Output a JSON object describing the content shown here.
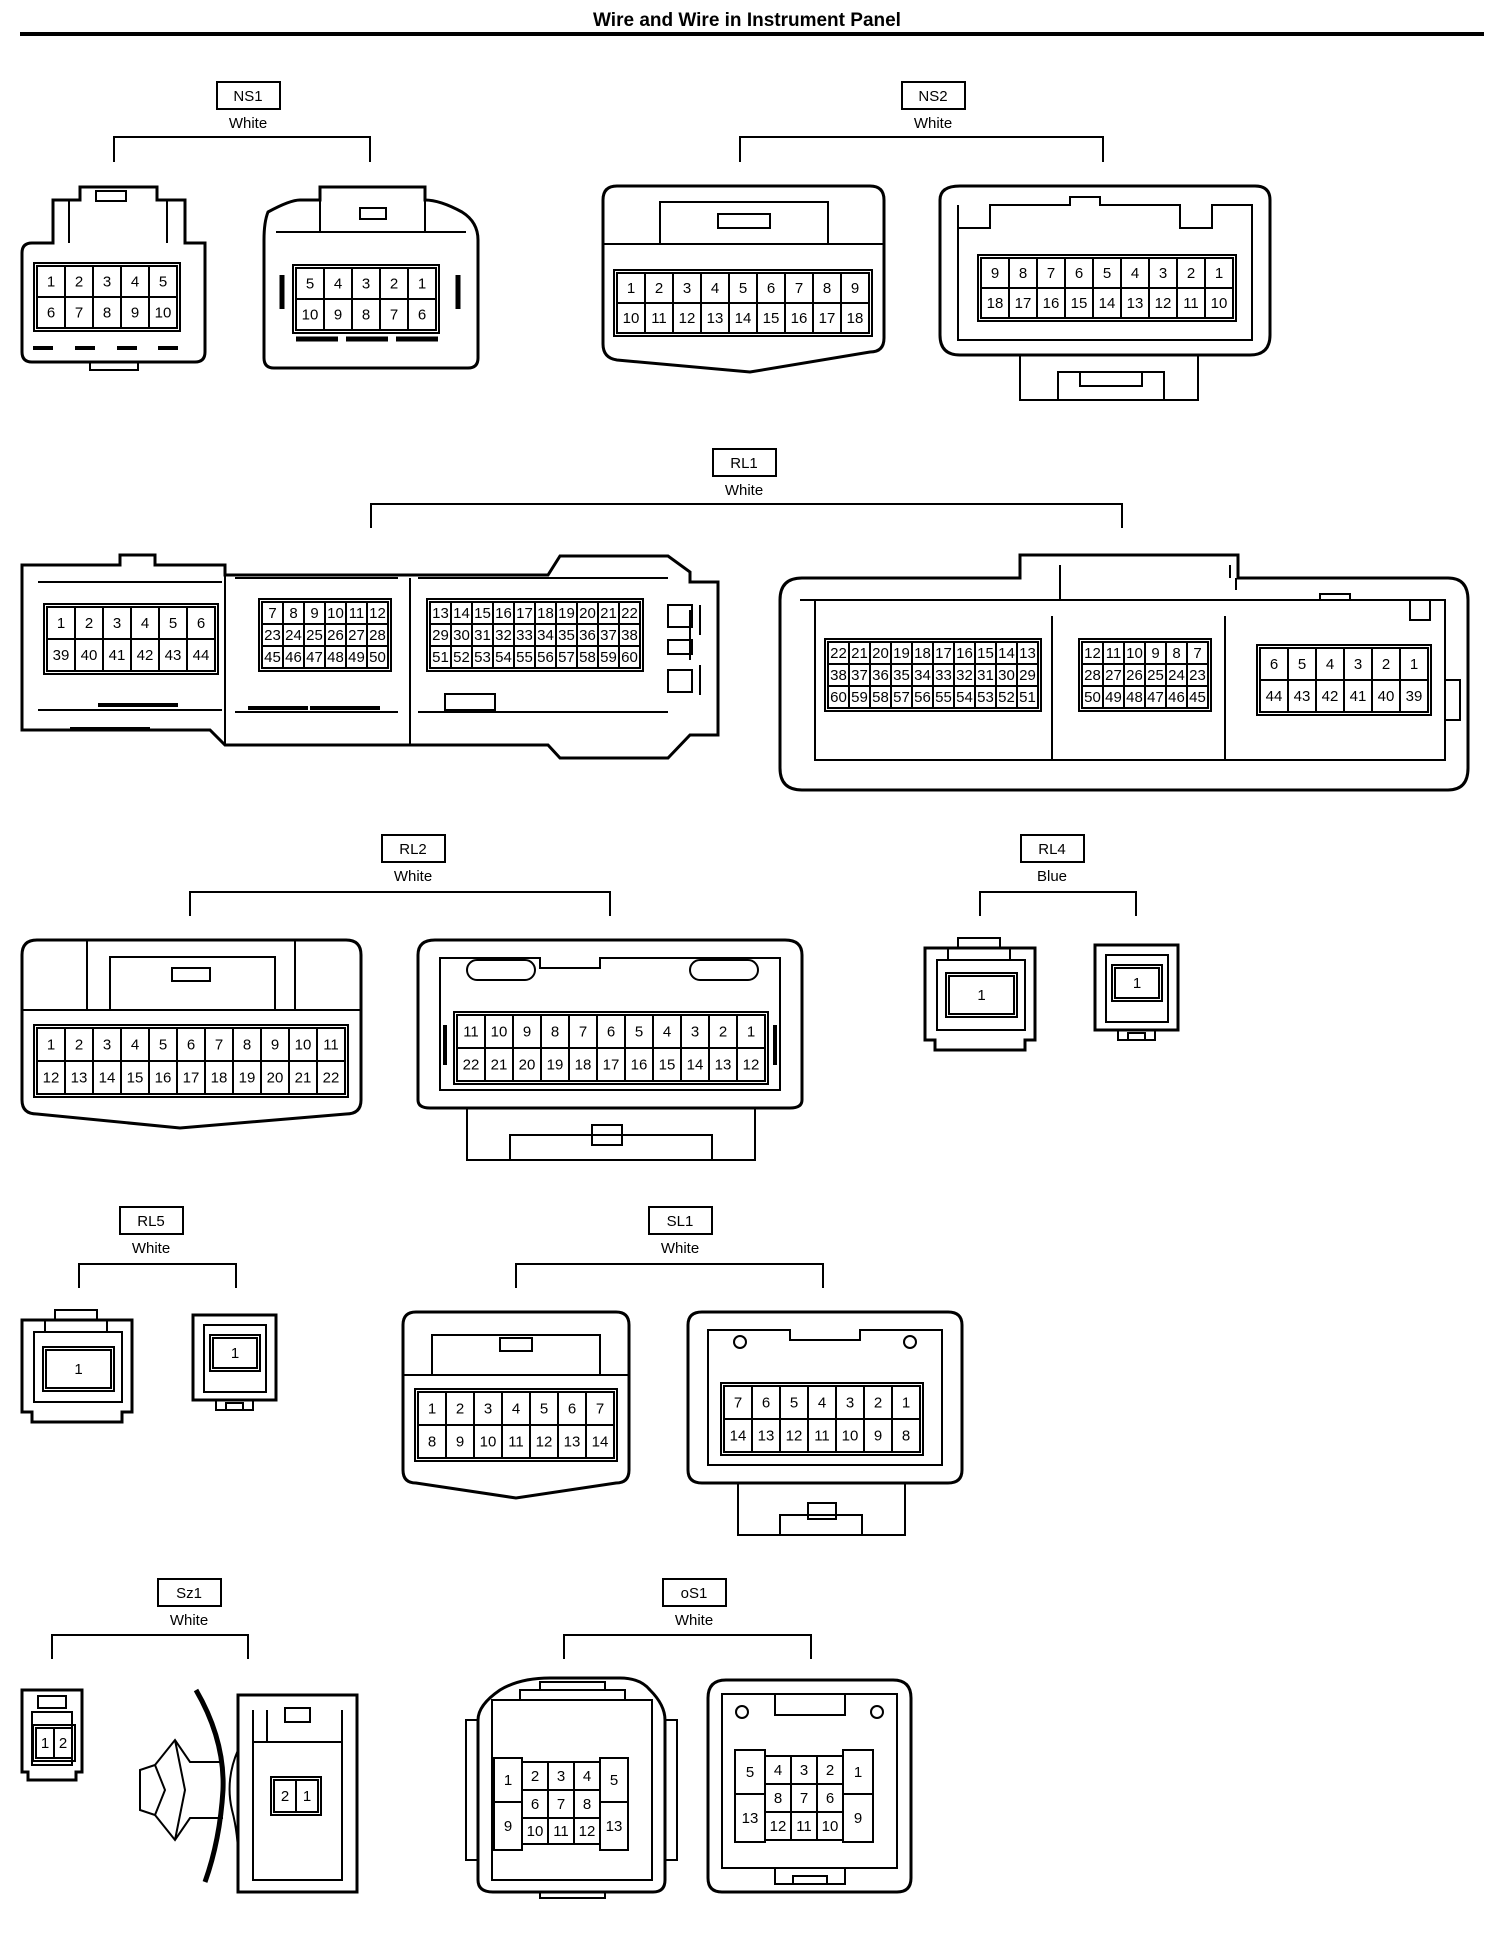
{
  "title": "Wire and Wire in Instrument Panel",
  "connectors": [
    {
      "id": "NS1",
      "color": "White",
      "parts": [
        {
          "name": "ns1-male",
          "rows": [
            [
              "1",
              "2",
              "3",
              "4",
              "5"
            ],
            [
              "6",
              "7",
              "8",
              "9",
              "10"
            ]
          ]
        },
        {
          "name": "ns1-female",
          "rows": [
            [
              "5",
              "4",
              "3",
              "2",
              "1"
            ],
            [
              "10",
              "9",
              "8",
              "7",
              "6"
            ]
          ]
        }
      ]
    },
    {
      "id": "NS2",
      "color": "White",
      "parts": [
        {
          "name": "ns2-male",
          "rows": [
            [
              "1",
              "2",
              "3",
              "4",
              "5",
              "6",
              "7",
              "8",
              "9"
            ],
            [
              "10",
              "11",
              "12",
              "13",
              "14",
              "15",
              "16",
              "17",
              "18"
            ]
          ]
        },
        {
          "name": "ns2-female",
          "rows": [
            [
              "9",
              "8",
              "7",
              "6",
              "5",
              "4",
              "3",
              "2",
              "1"
            ],
            [
              "18",
              "17",
              "16",
              "15",
              "14",
              "13",
              "12",
              "11",
              "10"
            ]
          ]
        }
      ]
    },
    {
      "id": "RL1",
      "color": "White",
      "parts": [
        {
          "name": "rl1-male-a",
          "rows": [
            [
              "1",
              "2",
              "3",
              "4",
              "5",
              "6"
            ],
            [
              "39",
              "40",
              "41",
              "42",
              "43",
              "44"
            ]
          ]
        },
        {
          "name": "rl1-male-b",
          "rows": [
            [
              "7",
              "8",
              "9",
              "10",
              "11",
              "12"
            ],
            [
              "23",
              "24",
              "25",
              "26",
              "27",
              "28"
            ],
            [
              "45",
              "46",
              "47",
              "48",
              "49",
              "50"
            ]
          ]
        },
        {
          "name": "rl1-male-c",
          "rows": [
            [
              "13",
              "14",
              "15",
              "16",
              "17",
              "18",
              "19",
              "20",
              "21",
              "22"
            ],
            [
              "29",
              "30",
              "31",
              "32",
              "33",
              "34",
              "35",
              "36",
              "37",
              "38"
            ],
            [
              "51",
              "52",
              "53",
              "54",
              "55",
              "56",
              "57",
              "58",
              "59",
              "60"
            ]
          ]
        },
        {
          "name": "rl1-female-a",
          "rows": [
            [
              "22",
              "21",
              "20",
              "19",
              "18",
              "17",
              "16",
              "15",
              "14",
              "13"
            ],
            [
              "38",
              "37",
              "36",
              "35",
              "34",
              "33",
              "32",
              "31",
              "30",
              "29"
            ],
            [
              "60",
              "59",
              "58",
              "57",
              "56",
              "55",
              "54",
              "53",
              "52",
              "51"
            ]
          ]
        },
        {
          "name": "rl1-female-b",
          "rows": [
            [
              "12",
              "11",
              "10",
              "9",
              "8",
              "7"
            ],
            [
              "28",
              "27",
              "26",
              "25",
              "24",
              "23"
            ],
            [
              "50",
              "49",
              "48",
              "47",
              "46",
              "45"
            ]
          ]
        },
        {
          "name": "rl1-female-c",
          "rows": [
            [
              "6",
              "5",
              "4",
              "3",
              "2",
              "1"
            ],
            [
              "44",
              "43",
              "42",
              "41",
              "40",
              "39"
            ]
          ]
        }
      ]
    },
    {
      "id": "RL2",
      "color": "White",
      "parts": [
        {
          "name": "rl2-male",
          "rows": [
            [
              "1",
              "2",
              "3",
              "4",
              "5",
              "6",
              "7",
              "8",
              "9",
              "10",
              "11"
            ],
            [
              "12",
              "13",
              "14",
              "15",
              "16",
              "17",
              "18",
              "19",
              "20",
              "21",
              "22"
            ]
          ]
        },
        {
          "name": "rl2-female",
          "rows": [
            [
              "11",
              "10",
              "9",
              "8",
              "7",
              "6",
              "5",
              "4",
              "3",
              "2",
              "1"
            ],
            [
              "22",
              "21",
              "20",
              "19",
              "18",
              "17",
              "16",
              "15",
              "14",
              "13",
              "12"
            ]
          ]
        }
      ]
    },
    {
      "id": "RL4",
      "color": "Blue",
      "parts": [
        {
          "name": "rl4-male",
          "rows": [
            [
              "1"
            ]
          ]
        },
        {
          "name": "rl4-female",
          "rows": [
            [
              "1"
            ]
          ]
        }
      ]
    },
    {
      "id": "RL5",
      "color": "White",
      "parts": [
        {
          "name": "rl5-male",
          "rows": [
            [
              "1"
            ]
          ]
        },
        {
          "name": "rl5-female",
          "rows": [
            [
              "1"
            ]
          ]
        }
      ]
    },
    {
      "id": "SL1",
      "color": "White",
      "parts": [
        {
          "name": "sl1-male",
          "rows": [
            [
              "1",
              "2",
              "3",
              "4",
              "5",
              "6",
              "7"
            ],
            [
              "8",
              "9",
              "10",
              "11",
              "12",
              "13",
              "14"
            ]
          ]
        },
        {
          "name": "sl1-female",
          "rows": [
            [
              "7",
              "6",
              "5",
              "4",
              "3",
              "2",
              "1"
            ],
            [
              "14",
              "13",
              "12",
              "11",
              "10",
              "9",
              "8"
            ]
          ]
        }
      ]
    },
    {
      "id": "Sz1",
      "color": "White",
      "parts": [
        {
          "name": "sz1-male",
          "rows": [
            [
              "1",
              "2"
            ]
          ]
        },
        {
          "name": "sz1-female",
          "rows": [
            [
              "2",
              "1"
            ]
          ]
        }
      ]
    },
    {
      "id": "oS1",
      "color": "White",
      "parts": [
        {
          "name": "os1-male",
          "pins": [
            "1",
            "2",
            "3",
            "4",
            "5",
            "6",
            "7",
            "8",
            "9",
            "10",
            "11",
            "12",
            "13"
          ]
        },
        {
          "name": "os1-female",
          "pins": [
            "5",
            "4",
            "3",
            "2",
            "1",
            "8",
            "7",
            "6",
            "13",
            "9",
            "12",
            "11",
            "10"
          ]
        }
      ]
    }
  ]
}
